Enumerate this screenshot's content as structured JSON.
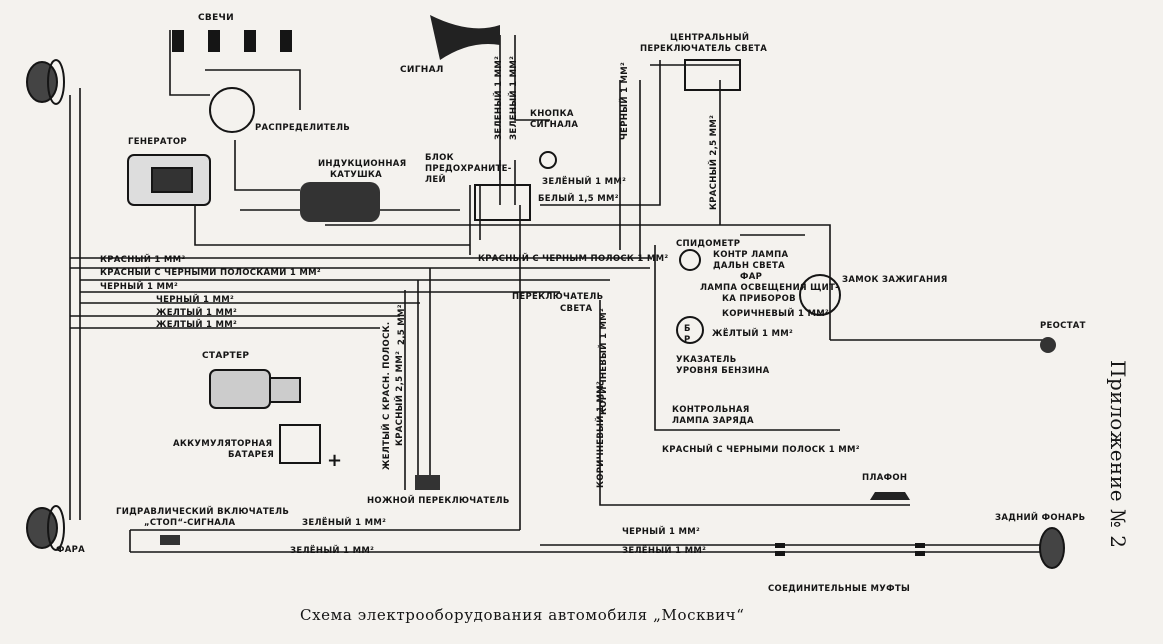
{
  "caption": "Схема электрооборудования автомобиля „Москвич“",
  "side_title": "Приложение № 2",
  "components": {
    "spark_plugs": "СВЕЧИ",
    "distributor": "РАСПРЕДЕЛИТЕЛЬ",
    "generator": "ГЕНЕРАТОР",
    "ignition_coil_1": "ИНДУКЦИОННАЯ",
    "ignition_coil_2": "КАТУШКА",
    "horn": "СИГНАЛ",
    "horn_button_1": "КНОПКА",
    "horn_button_2": "СИГНАЛА",
    "fuse_block_1": "БЛОК",
    "fuse_block_2": "ПРЕДОХРАНИТЕ-",
    "fuse_block_3": "ЛЕЙ",
    "central_switch_1": "ЦЕНТРАЛЬНЫЙ",
    "central_switch_2": "ПЕРЕКЛЮЧАТЕЛЬ СВЕТА",
    "speedometer": "СПИДОМЕТР",
    "high_beam_lamp_1": "КОНТР ЛАМПА",
    "high_beam_lamp_2": "ДАЛЬН СВЕТА",
    "high_beam_lamp_3": "ФАР",
    "panel_lamp_1": "ЛАМПА ОСВЕЩЕНИЯ ЩИТ-",
    "panel_lamp_2": "КА ПРИБОРОВ",
    "ignition_lock": "ЗАМОК ЗАЖИГАНИЯ",
    "light_switch_1": "ПЕРЕКЛЮЧАТЕЛЬ",
    "light_switch_2": "СВЕТА",
    "rheostat": "РЕОСТАТ",
    "fuel_gauge_1": "УКАЗАТЕЛЬ",
    "fuel_gauge_2": "УРОВНЯ БЕНЗИНА",
    "charge_lamp_1": "КОНТРОЛЬНАЯ",
    "charge_lamp_2": "ЛАМПА ЗАРЯДА",
    "starter": "СТАРТЕР",
    "battery_1": "АККУМУЛЯТОРНАЯ",
    "battery_2": "БАТАРЕЯ",
    "foot_switch": "НОЖНОЙ ПЕРЕКЛЮЧАТЕЛЬ",
    "brake_switch_1": "ГИДРАВЛИЧЕСКИЙ ВКЛЮЧАТЕЛЬ",
    "brake_switch_2": "„СТОП“-СИГНАЛА",
    "headlamp": "ФАРА",
    "dome_light": "ПЛАФОН",
    "rear_lamp": "ЗАДНИЙ ФОНАРЬ",
    "connectors": "СОЕДИНИТЕЛЬНЫЕ МУФТЫ",
    "plus_sign": "+",
    "fuel_gauge_letter_b": "Б",
    "fuel_gauge_letter_r": "Р"
  },
  "wire_labels": {
    "red_1": "КРАСНЫЙ 1 ММ²",
    "red_black_stripes": "КРАСНЫЙ С ЧЕРНЫМИ ПОЛОСКАМИ 1 ММ²",
    "black_1a": "ЧЕРНЫЙ 1 ММ²",
    "black_1b": "ЧЕРНЫЙ 1 ММ²",
    "yellow_1a": "ЖЕЛТЫЙ 1 ММ²",
    "yellow_1b": "ЖЕЛТЫЙ 1 ММ²",
    "green_1_fuse": "ЗЕЛЁНЫЙ 1 ММ²",
    "white_15": "БЕЛЫЙ 1,5 ММ²",
    "red_black_strip_1": "КРАСНЫЙ С ЧЕРНЫМ ПОЛОСК 1 ММ²",
    "brown_1": "КОРИЧНЕВЫЙ 1 ММ²",
    "yellow_1c": "ЖЁЛТЫЙ 1 ММ²",
    "red_black_strips_bottom": "КРАСНЫЙ С ЧЕРНЫМИ ПОЛОСК 1 ММ²",
    "black_1_rear": "ЧЕРНЫЙ 1 ММ²",
    "green_1_rear": "ЗЕЛЁНЫЙ 1 ММ²",
    "green_1_brake": "ЗЕЛЁНЫЙ 1 ММ²",
    "green_1_bottom": "ЗЕЛЁНЫЙ 1 ММ²",
    "v_green_horn_a": "ЗЕЛЕНЫЙ 1 ММ²",
    "v_green_horn_b": "ЗЕЛЕНЫЙ 1 ММ²",
    "v_black_switch": "ЧЕРНЫЙ 1 ММ²",
    "v_red_25": "КРАСНЫЙ 2,5 ММ²",
    "v_brown_1": "КОРИЧНЕВЫЙ 1 ММ²",
    "v_brown_1b": "КОРИЧНЕВЫЙ 1 ММ²",
    "v_yellow_stripe": "ЖЕЛТЫЙ С КРАСН. ПОЛОСК.",
    "v_red_25b": "КРАСНЫЙ 2,5 ММ²",
    "v_25": "2,5 ММ²"
  },
  "colors": {
    "ink": "#151515",
    "paper": "#f4f2ee"
  }
}
